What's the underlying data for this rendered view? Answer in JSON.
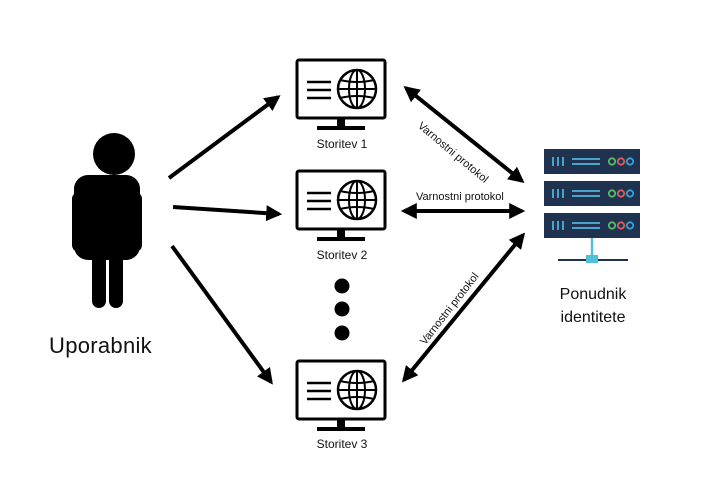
{
  "user": {
    "label": "Uporabnik",
    "icon": "person-icon"
  },
  "services": [
    {
      "label": "Storitev 1",
      "icon": "computer-globe-icon"
    },
    {
      "label": "Storitev 2",
      "icon": "computer-globe-icon"
    },
    {
      "label": "Storitev 3",
      "icon": "computer-globe-icon"
    }
  ],
  "identity_provider": {
    "line1": "Ponudnik",
    "line2": "identitete",
    "icon": "server-icon"
  },
  "protocols": [
    {
      "label": "Varnostni protokol"
    },
    {
      "label": "Varnostni protokol"
    },
    {
      "label": "Varnostni protokol"
    }
  ],
  "colors": {
    "ink": "#000000",
    "server_body": "#1f3350",
    "server_line": "#4aa3c9",
    "led_green": "#5dbb63",
    "led_red": "#e05b5b",
    "led_blue": "#3aa0d8",
    "stand": "#4fc0d8"
  }
}
